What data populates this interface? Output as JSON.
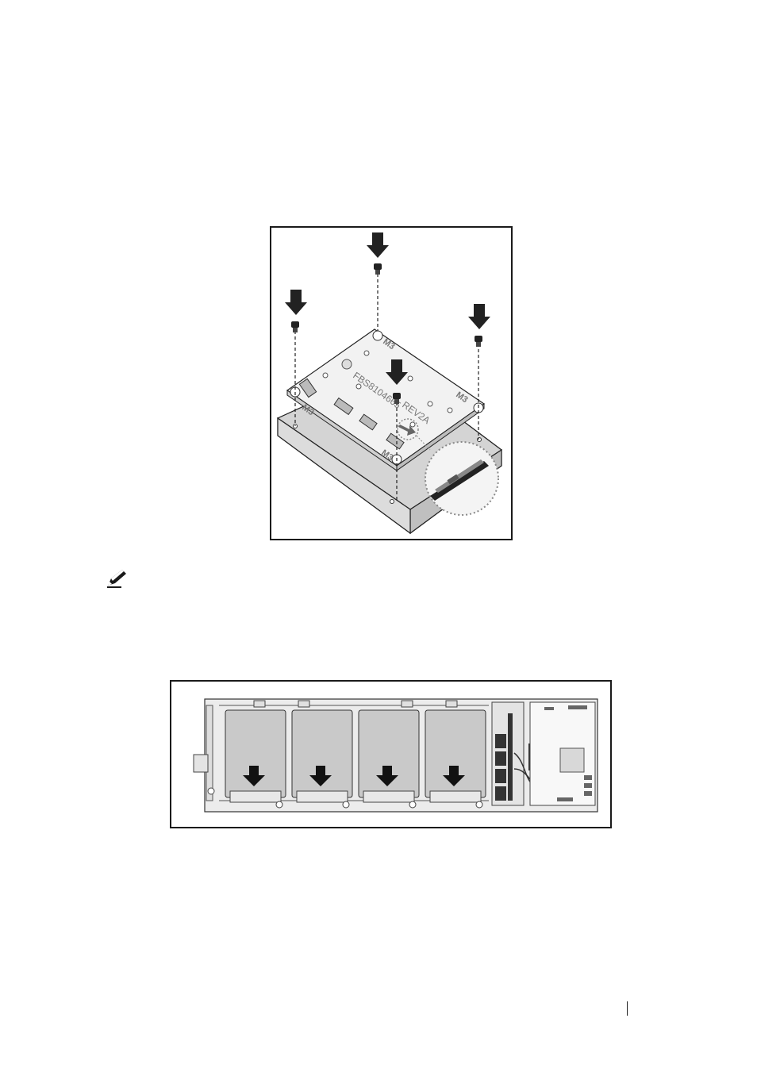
{
  "figure1": {
    "screw_labels": [
      "M3",
      "M3",
      "M3",
      "M3"
    ],
    "part_number": "FBS8104665",
    "revision": "REV2A"
  },
  "figure2": {
    "drive_count": 4
  },
  "note": {
    "icon": "pencil-note-icon"
  }
}
